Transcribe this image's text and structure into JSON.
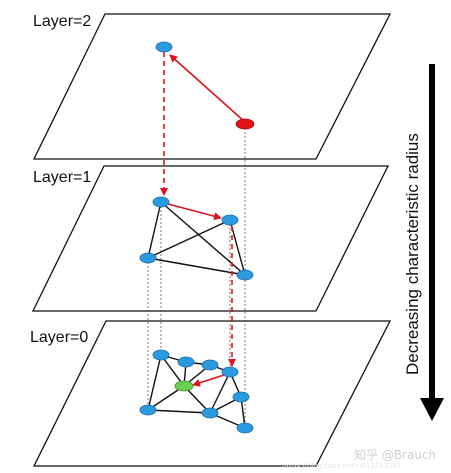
{
  "layers": [
    {
      "id": "layer2",
      "label": "Layer=2"
    },
    {
      "id": "layer1",
      "label": "Layer=1"
    },
    {
      "id": "layer0",
      "label": "Layer=0"
    }
  ],
  "axis_label": "Decreasing characteristic radius",
  "watermark": "知乎 @Brauch",
  "watermark_url": "https://blog.csdn.net/u011233351",
  "colors": {
    "node": "#2b9be0",
    "node_stroke": "#1a6aa8",
    "entry_node": "#e0131a",
    "target_node": "#6bcf52",
    "search_path": "#e0131a",
    "edge": "#111111",
    "projection": "#555555",
    "plane": "#111111"
  }
}
